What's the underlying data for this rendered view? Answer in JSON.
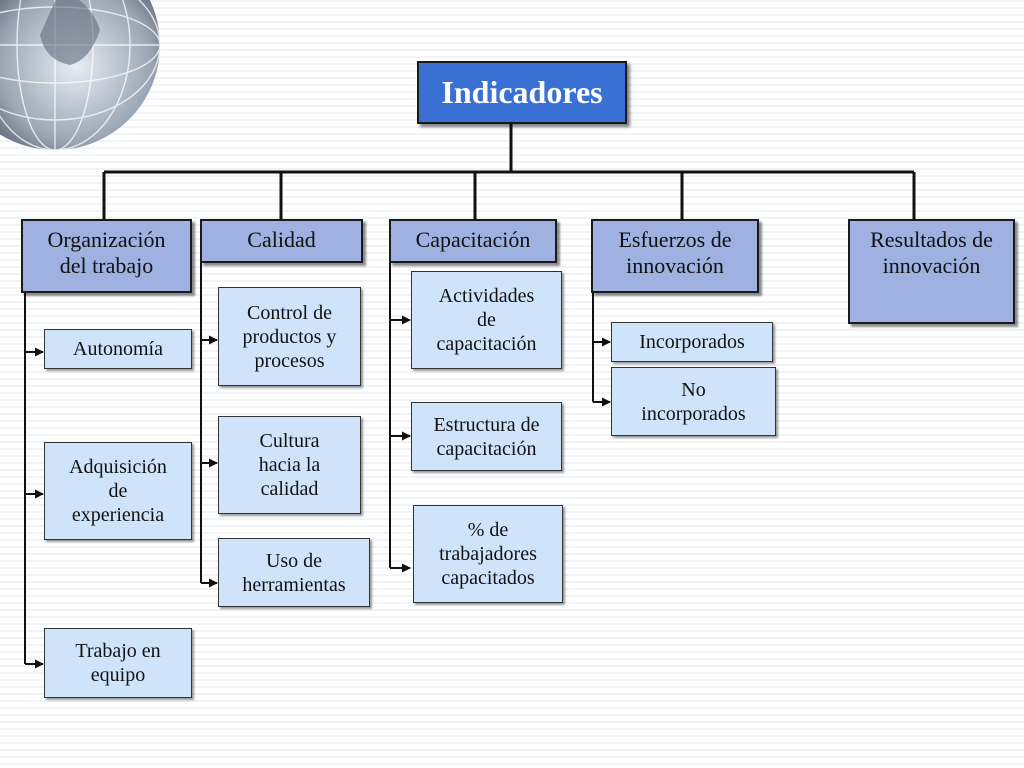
{
  "root": {
    "label": "Indicadores"
  },
  "categories": [
    {
      "label": "Organización\ndel trabajo"
    },
    {
      "label": "Calidad"
    },
    {
      "label": "Capacitación"
    },
    {
      "label": "Esfuerzos de\ninnovación"
    },
    {
      "label": "Resultados de\ninnovación"
    }
  ],
  "organizacion_items": [
    {
      "label": "Autonomía"
    },
    {
      "label": "Adquisición\nde\nexperiencia"
    },
    {
      "label": "Trabajo en\nequipo"
    }
  ],
  "calidad_items": [
    {
      "label": "Control de\nproductos y\nprocesos"
    },
    {
      "label": "Cultura\nhacia la\ncalidad"
    },
    {
      "label": "Uso de\nherramientas"
    }
  ],
  "capacitacion_items": [
    {
      "label": "Actividades\nde\ncapacitación"
    },
    {
      "label": "Estructura de\ncapacitación"
    },
    {
      "label": "% de\ntrabajadores\ncapacitados"
    }
  ],
  "esfuerzos_items": [
    {
      "label": "Incorporados"
    },
    {
      "label": "No\nincorporados"
    }
  ],
  "colors": {
    "root_fill": "#3a6fd3",
    "category_fill": "#9eb1e1",
    "item_fill": "#cfe4fb",
    "line": "#111111"
  },
  "icons": {
    "corner_decoration": "globe-icon"
  }
}
